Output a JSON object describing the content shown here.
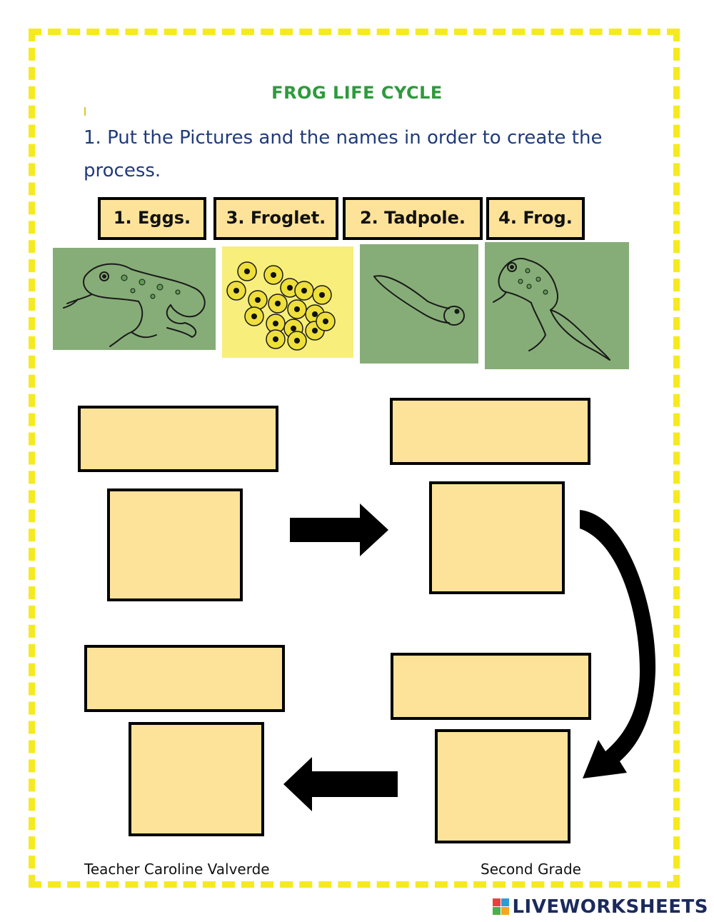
{
  "worksheet": {
    "title": "FROG LIFE CYCLE",
    "instruction": "1. Put the Pictures and the names in order to create the process."
  },
  "word_bank": [
    {
      "label": "1. Eggs."
    },
    {
      "label": "3. Froglet."
    },
    {
      "label": "2. Tadpole."
    },
    {
      "label": "4. Frog."
    }
  ],
  "pictures": [
    {
      "icon": "adult-frog-picture",
      "background": "#86ad77"
    },
    {
      "icon": "frog-eggs-picture",
      "background": "#f7ee7c"
    },
    {
      "icon": "tadpole-picture",
      "background": "#86ad77"
    },
    {
      "icon": "froglet-picture",
      "background": "#86ad77"
    }
  ],
  "footer": {
    "teacher": "Teacher Caroline Valverde",
    "grade": "Second Grade"
  },
  "branding": {
    "name": "LIVEWORKSHEETS"
  },
  "colors": {
    "border": "#f5ea1f",
    "drop_fill": "#fde39a",
    "title": "#2e9a3c",
    "instruction": "#1f3b7a"
  }
}
